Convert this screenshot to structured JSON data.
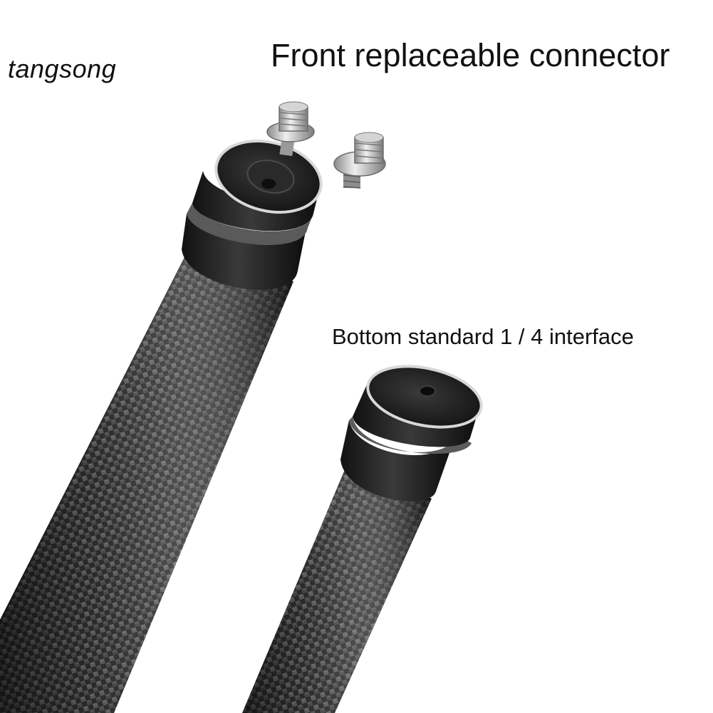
{
  "brand": {
    "text": "tangsong"
  },
  "labels": {
    "front_connector": "Front replaceable connector",
    "bottom_interface": "Bottom standard 1 / 4 interface"
  },
  "colors": {
    "background": "#ffffff",
    "carbon_dark": "#2b2b2b",
    "carbon_light": "#6a6a6a",
    "cap_black": "#1e1e1e",
    "metal_silver": "#c9c9c9"
  }
}
